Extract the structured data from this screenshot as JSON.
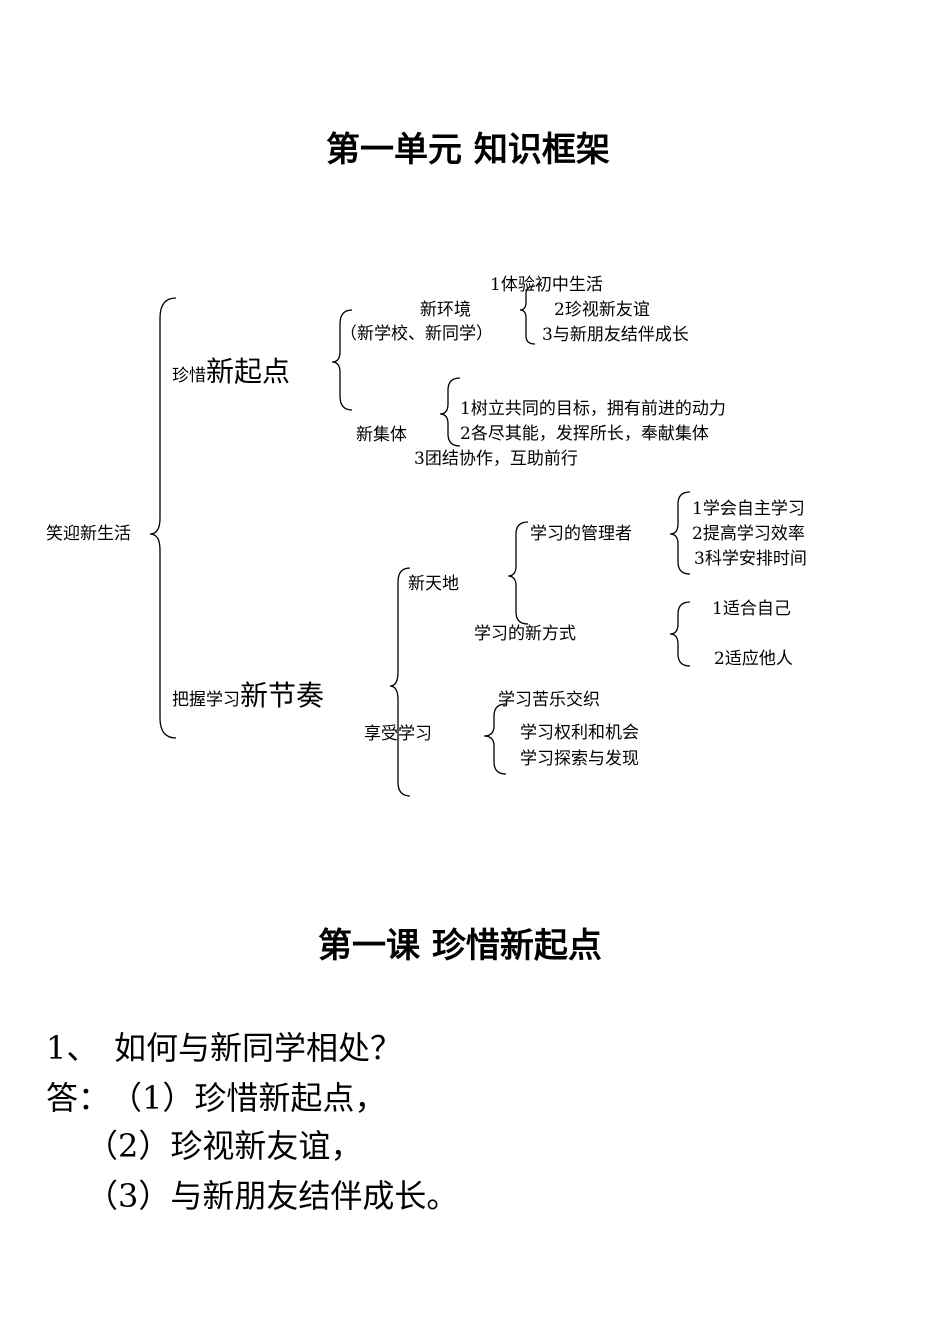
{
  "unit_title": "第一单元  知识框架",
  "framework": {
    "root": "笑迎新生活",
    "branch1": {
      "prefix": "珍惜",
      "big": "新起点",
      "env_label_1": "新环境",
      "env_label_2": "（新学校、新同学）",
      "env_items": [
        "1体验初中生活",
        "2珍视新友谊",
        "3与新朋友结伴成长"
      ],
      "collective_label": "新集体",
      "collective_items": [
        "1树立共同的目标，拥有前进的动力",
        "2各尽其能，发挥所长，奉献集体",
        "3团结协作，互助前行"
      ]
    },
    "branch2": {
      "prefix": "把握学习",
      "big": "新节奏",
      "world_label": "新天地",
      "manager_label": "学习的管理者",
      "manager_items": [
        "1学会自主学习",
        "2提高学习效率",
        "3科学安排时间"
      ],
      "method_label": "学习的新方式",
      "method_items": [
        "1适合自己",
        "2适应他人"
      ],
      "enjoy_label": "享受学习",
      "enjoy_items": [
        "学习苦乐交织",
        "学习权利和机会",
        "学习探索与发现"
      ]
    }
  },
  "lesson_title": "第一课    珍惜新起点",
  "question": {
    "number": "1、",
    "text": "如何与新同学相处？",
    "answer_prefix": "答：",
    "answers": [
      "（1）珍惜新起点，",
      "（2）珍视新友谊，",
      "（3）与新朋友结伴成长。"
    ]
  }
}
